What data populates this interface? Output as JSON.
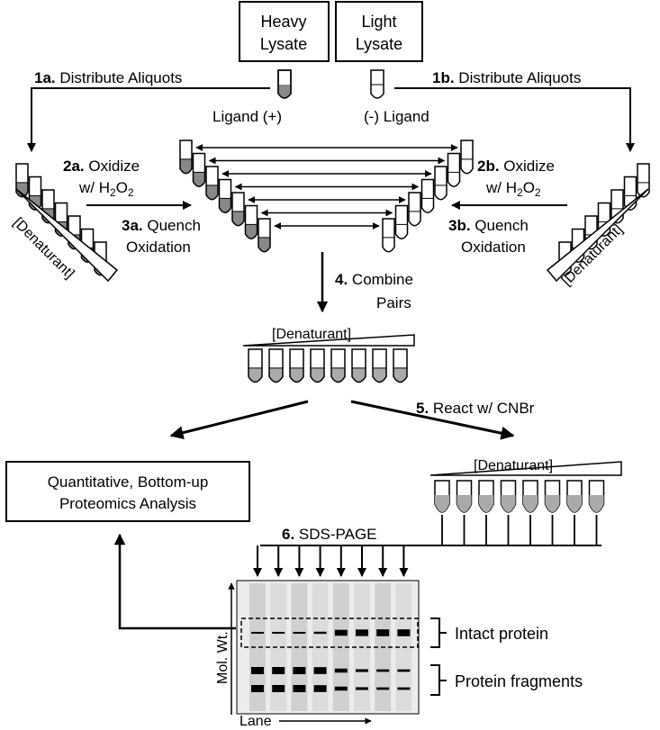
{
  "lysate": {
    "heavy_line1": "Heavy",
    "heavy_line2": "Lysate",
    "light_line1": "Light",
    "light_line2": "Lysate"
  },
  "ligand": {
    "plus": "Ligand (+)",
    "minus": "(-) Ligand"
  },
  "steps": {
    "s1a_num": "1a.",
    "s1a_text": " Distribute Aliquots",
    "s1b_num": "1b.",
    "s1b_text": " Distribute Aliquots",
    "s2a_num": "2a.",
    "s2a_text": " Oxidize",
    "s2a_w": "w/ H",
    "s2a_sub1": "2",
    "s2a_o": "O",
    "s2a_sub2": "2",
    "s2b_num": "2b.",
    "s2b_text": " Oxidize",
    "s2b_w": "w/ H",
    "s2b_sub1": "2",
    "s2b_o": "O",
    "s2b_sub2": "2",
    "s3a_num": "3a.",
    "s3a_text": " Quench",
    "s3a_line2": "Oxidation",
    "s3b_num": "3b.",
    "s3b_text": " Quench",
    "s3b_line2": "Oxidation",
    "s4_num": "4.",
    "s4_text": " Combine",
    "s4_line2": "Pairs",
    "s5_num": "5.",
    "s5_text": " React w/ CNBr",
    "s6_num": "6.",
    "s6_text": " SDS-PAGE"
  },
  "denaturant": "[Denaturant]",
  "analysis": {
    "line1": "Quantitative, Bottom-up",
    "line2": "Proteomics Analysis"
  },
  "gel": {
    "ylabel": "Mol. Wt.",
    "xlabel": "Lane",
    "intact_label": "Intact protein",
    "fragments_label": "Protein fragments",
    "intact_band_intensity": [
      0.15,
      0.15,
      0.15,
      0.2,
      0.8,
      0.9,
      0.95,
      0.95
    ],
    "fragment_band_intensity": [
      1.0,
      1.0,
      1.0,
      0.95,
      0.5,
      0.3,
      0.25,
      0.25
    ]
  }
}
